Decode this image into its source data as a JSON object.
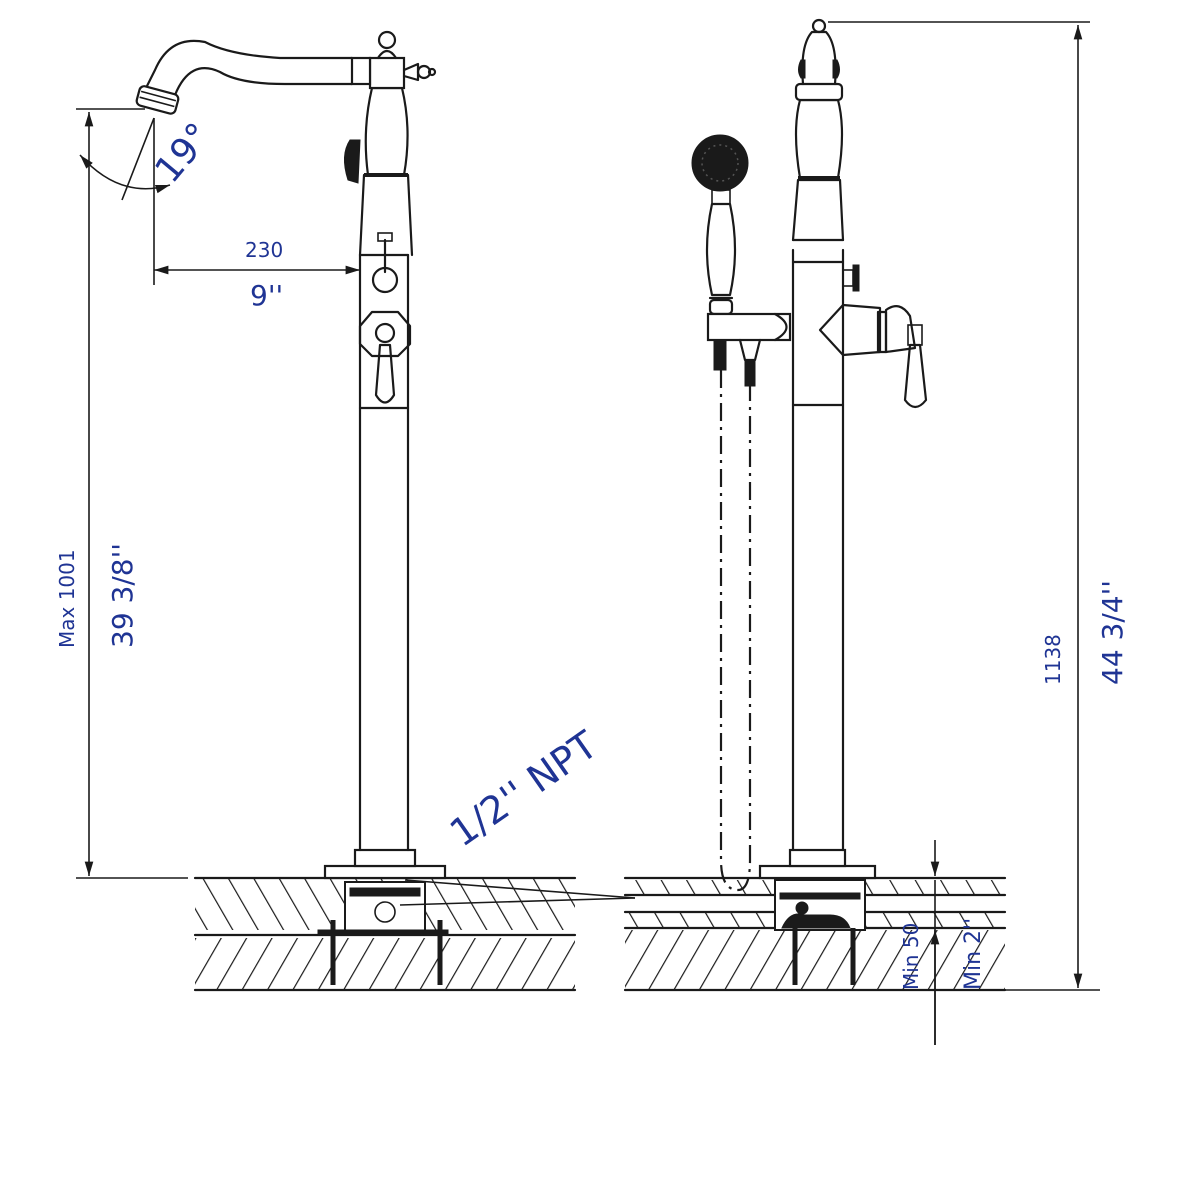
{
  "diagram": {
    "subject": "Freestanding tub faucet with hand shower - dimension drawing",
    "text_color": "#1f3494",
    "line_color": "#1a1a1a",
    "views": [
      {
        "name": "front-view",
        "labels": {
          "spout_angle": "19°",
          "spout_reach_mm": "230",
          "spout_reach_in": "9''",
          "spout_height_mm": "Max 1001",
          "spout_height_in": "39 3/8''",
          "supply_connection": "1/2'' NPT"
        }
      },
      {
        "name": "side-view",
        "labels": {
          "overall_height_mm": "1138",
          "overall_height_in": "44 3/4''",
          "min_clearance_mm": "Min 50",
          "min_clearance_in": "Min 2''"
        }
      }
    ]
  }
}
